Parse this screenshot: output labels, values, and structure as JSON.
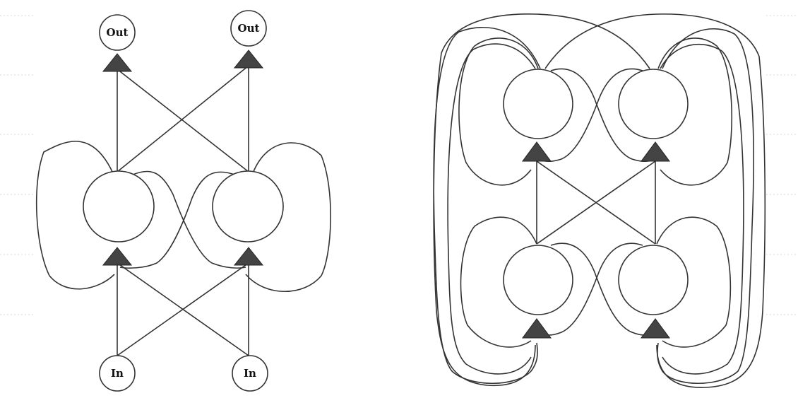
{
  "diagrams": [
    {
      "id": "left-network",
      "nodes": [
        {
          "id": "out-1",
          "label": "Out"
        },
        {
          "id": "out-2",
          "label": "Out"
        },
        {
          "id": "hidden-1",
          "label": ""
        },
        {
          "id": "hidden-2",
          "label": ""
        },
        {
          "id": "in-1",
          "label": "In"
        },
        {
          "id": "in-2",
          "label": "In"
        }
      ]
    },
    {
      "id": "right-network",
      "nodes": [
        {
          "id": "upper-1",
          "label": ""
        },
        {
          "id": "upper-2",
          "label": ""
        },
        {
          "id": "lower-1",
          "label": ""
        },
        {
          "id": "lower-2",
          "label": ""
        }
      ]
    }
  ],
  "colors": {
    "stroke": "#333333",
    "arrowhead": "#444444",
    "node_fill": "#ffffff",
    "gridline": "#d9d9d9"
  }
}
